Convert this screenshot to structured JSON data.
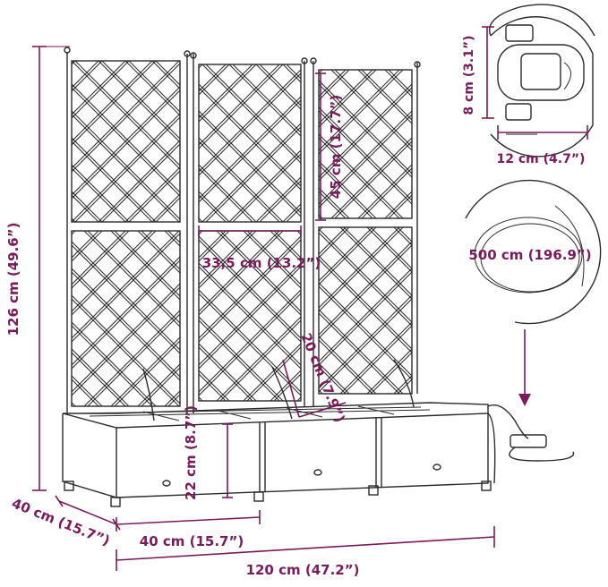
{
  "labels": {
    "height_total": "126 cm (49.6”)",
    "panel_width": "33,5 cm (13.2”)",
    "panel_upper_height": "45 cm (17.7”)",
    "trellis_pole_height": "20 cm (7.9”)",
    "box_height": "22 cm (8.7”)",
    "box_depth": "40 cm (15.7”)",
    "box_depth_front": "40 cm (15.7”)",
    "total_width": "120 cm (47.2”)",
    "timer_height": "8 cm (3.1”)",
    "timer_width": "12 cm (4.7”)",
    "hose_length": "500 cm (196.9”)"
  },
  "colors": {
    "dimension": "#7a1a5c",
    "product": "#2b2b2b"
  }
}
